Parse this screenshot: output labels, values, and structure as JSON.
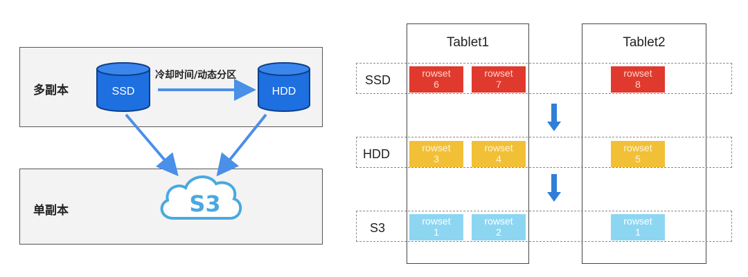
{
  "left": {
    "multi_replica_label": "多副本",
    "single_replica_label": "单副本",
    "ssd_label": "SSD",
    "hdd_label": "HDD",
    "arrow_label": "冷却时间/动态分区",
    "s3_label": "S3",
    "colors": {
      "disk": "#1e6fe0",
      "arrow": "#4a8fe8",
      "cloud": "#4aa8e0"
    }
  },
  "right": {
    "tablets": [
      {
        "title": "Tablet1"
      },
      {
        "title": "Tablet2"
      }
    ],
    "tiers": [
      {
        "label": "SSD",
        "color": "#e03a2e",
        "rowsets": [
          {
            "word": "rowset",
            "num": "6"
          },
          {
            "word": "rowset",
            "num": "7"
          },
          {
            "word": "rowset",
            "num": "8"
          }
        ]
      },
      {
        "label": "HDD",
        "color": "#f2c037",
        "rowsets": [
          {
            "word": "rowset",
            "num": "3"
          },
          {
            "word": "rowset",
            "num": "4"
          },
          {
            "word": "rowset",
            "num": "5"
          }
        ]
      },
      {
        "label": "S3",
        "color": "#8dd6f2",
        "rowsets": [
          {
            "word": "rowset",
            "num": "1"
          },
          {
            "word": "rowset",
            "num": "2"
          },
          {
            "word": "rowset",
            "num": "1"
          }
        ]
      }
    ],
    "arrow_color": "#2f7fd8"
  }
}
